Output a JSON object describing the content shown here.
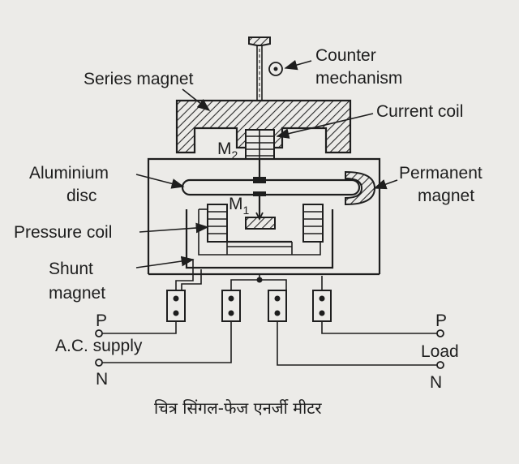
{
  "labels": {
    "counter_line1": "Counter",
    "counter_line2": "mechanism",
    "series_magnet": "Series magnet",
    "current_coil": "Current coil",
    "m2": "M",
    "m2_sub": "2",
    "aluminium_line1": "Aluminium",
    "aluminium_line2": "disc",
    "permanent_line1": "Permanent",
    "permanent_line2": "magnet",
    "m1": "M",
    "m1_sub": "1",
    "pressure_coil": "Pressure coil",
    "shunt_line1": "Shunt",
    "shunt_line2": "magnet",
    "p_left": "P",
    "ac_supply": "A.C. supply",
    "n_left": "N",
    "p_right": "P",
    "load": "Load",
    "n_right": "N"
  },
  "caption": "चित्र सिंगल-फेज एनर्जी मीटर"
}
